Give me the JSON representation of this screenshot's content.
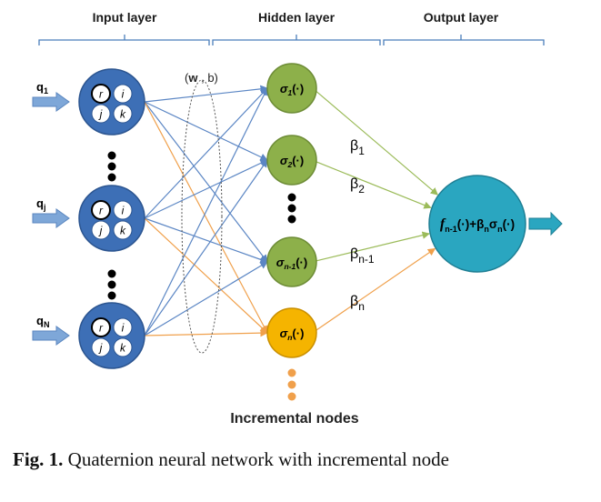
{
  "layers": {
    "input": "Input layer",
    "hidden": "Hidden layer",
    "output": "Output layer"
  },
  "weights_label": {
    "prefix": "(",
    "w": "w",
    "comma": " , ",
    "b": "b",
    "suffix": ")"
  },
  "inputs": [
    {
      "label": "q",
      "sub": "1"
    },
    {
      "label": "q",
      "sub": "j"
    },
    {
      "label": "q",
      "sub": "N"
    }
  ],
  "quaternion_parts": [
    "r",
    "i",
    "j",
    "k"
  ],
  "hidden_nodes": [
    {
      "sym": "σ",
      "sub": "1",
      "arg": "(·)"
    },
    {
      "sym": "σ",
      "sub": "2",
      "arg": "(·)"
    },
    {
      "sym": "σ",
      "sub": "n-1",
      "arg": "(·)"
    },
    {
      "sym": "σ",
      "sub": "n",
      "arg": "(·)"
    }
  ],
  "betas": [
    {
      "sym": "β",
      "sub": "1"
    },
    {
      "sym": "β",
      "sub": "2"
    },
    {
      "sym": "β",
      "sub": "n-1"
    },
    {
      "sym": "β",
      "sub": "n"
    }
  ],
  "output_node": {
    "f": "f",
    "f_sub": "n-1",
    "f_arg": "(·)+",
    "beta": "β",
    "beta_sub": "n",
    "sigma": "σ",
    "sigma_sub": "n",
    "sigma_arg": "(·)"
  },
  "incremental_label": "Incremental nodes",
  "caption": {
    "fig": "Fig. 1.",
    "text": " Quaternion neural network with incremental node"
  },
  "colors": {
    "bracket": "#4a7ebb",
    "input_node": "#3d6fb6",
    "input_arrow": "#7ea7d8",
    "blue_edge": "#5b86c4",
    "orange_edge": "#f0a04b",
    "green_edge": "#9bbb59",
    "hidden_node": "#8db04a",
    "incremental_node": "#f5b400",
    "output_node": "#2aa6c0"
  }
}
